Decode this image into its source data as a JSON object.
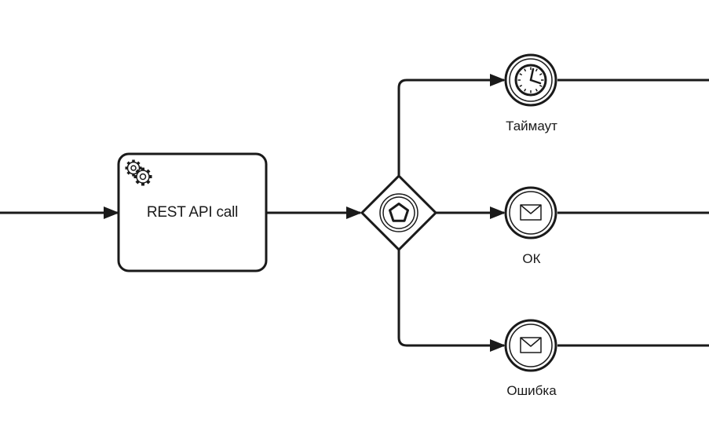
{
  "task": {
    "label": "REST API call",
    "icon": "service-task-gears-icon"
  },
  "gateway": {
    "type": "event-based-gateway",
    "icon": "pentagon-icon"
  },
  "events": [
    {
      "id": "timeout",
      "label": "Таймаут",
      "icon": "timer-icon"
    },
    {
      "id": "ok",
      "label": "ОК",
      "icon": "message-envelope-icon"
    },
    {
      "id": "error",
      "label": "Ошибка",
      "icon": "message-envelope-icon"
    }
  ],
  "colors": {
    "stroke": "#1a1a1a",
    "fill": "#ffffff"
  }
}
